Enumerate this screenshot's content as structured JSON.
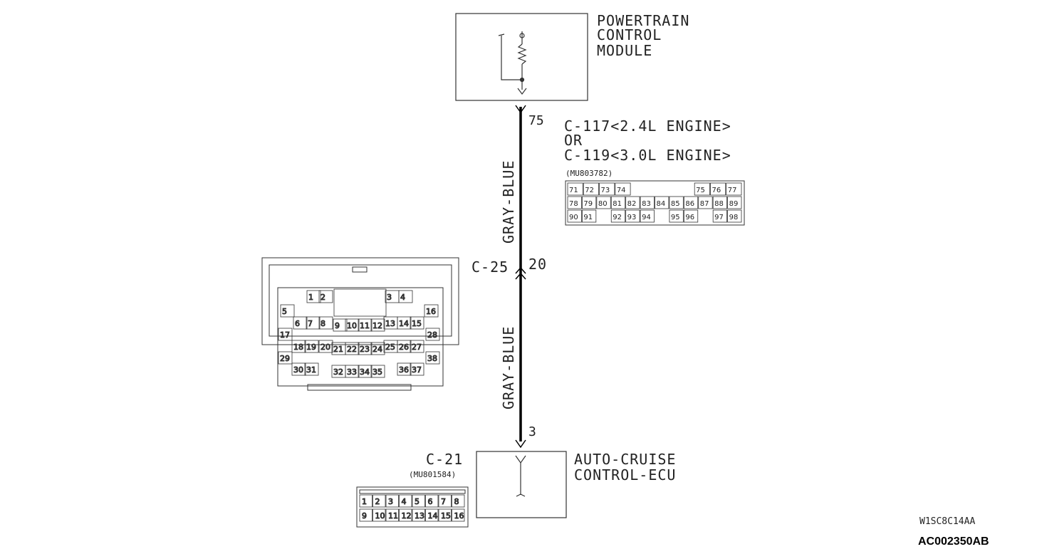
{
  "pcm": {
    "title_lines": [
      "POWERTRAIN",
      "CONTROL",
      "MODULE"
    ],
    "terminal": "75"
  },
  "connector_pcm": {
    "id_lines": [
      "C-117<2.4L ENGINE>",
      "OR",
      "C-119<3.0L ENGINE>"
    ],
    "part_no": "(MU803782)",
    "rows": [
      [
        "71",
        "72",
        "73",
        "74",
        "",
        "",
        "",
        "",
        "75",
        "76",
        "77"
      ],
      [
        "78",
        "79",
        "80",
        "81",
        "82",
        "83",
        "84",
        "85",
        "86",
        "87",
        "88",
        "89"
      ],
      [
        "90",
        "91",
        "",
        "92",
        "93",
        "94",
        "",
        "95",
        "96",
        "",
        "97",
        "98"
      ]
    ]
  },
  "wire": {
    "color_upper": "GRAY-BLUE",
    "color_lower": "GRAY-BLUE"
  },
  "intermediate": {
    "id": "C-25",
    "terminal": "20"
  },
  "connector_c25": {
    "pins": [
      "1",
      "2",
      "3",
      "4",
      "5",
      "6",
      "7",
      "8",
      "9",
      "10",
      "11",
      "12",
      "13",
      "14",
      "15",
      "16",
      "17",
      "18",
      "19",
      "20",
      "21",
      "22",
      "23",
      "24",
      "25",
      "26",
      "27",
      "28",
      "29",
      "30",
      "31",
      "32",
      "33",
      "34",
      "35",
      "36",
      "37",
      "38"
    ]
  },
  "ecu": {
    "title_lines": [
      "AUTO-CRUISE",
      "CONTROL-ECU"
    ],
    "terminal": "3"
  },
  "connector_c21": {
    "id": "C-21",
    "part_no": "(MU801584)",
    "rows": [
      [
        "1",
        "2",
        "3",
        "4",
        "5",
        "6",
        "7",
        "8"
      ],
      [
        "9",
        "10",
        "11",
        "12",
        "13",
        "14",
        "15",
        "16"
      ]
    ]
  },
  "refs": {
    "code1": "W1SC8C14AA",
    "code2": "AC002350AB"
  }
}
